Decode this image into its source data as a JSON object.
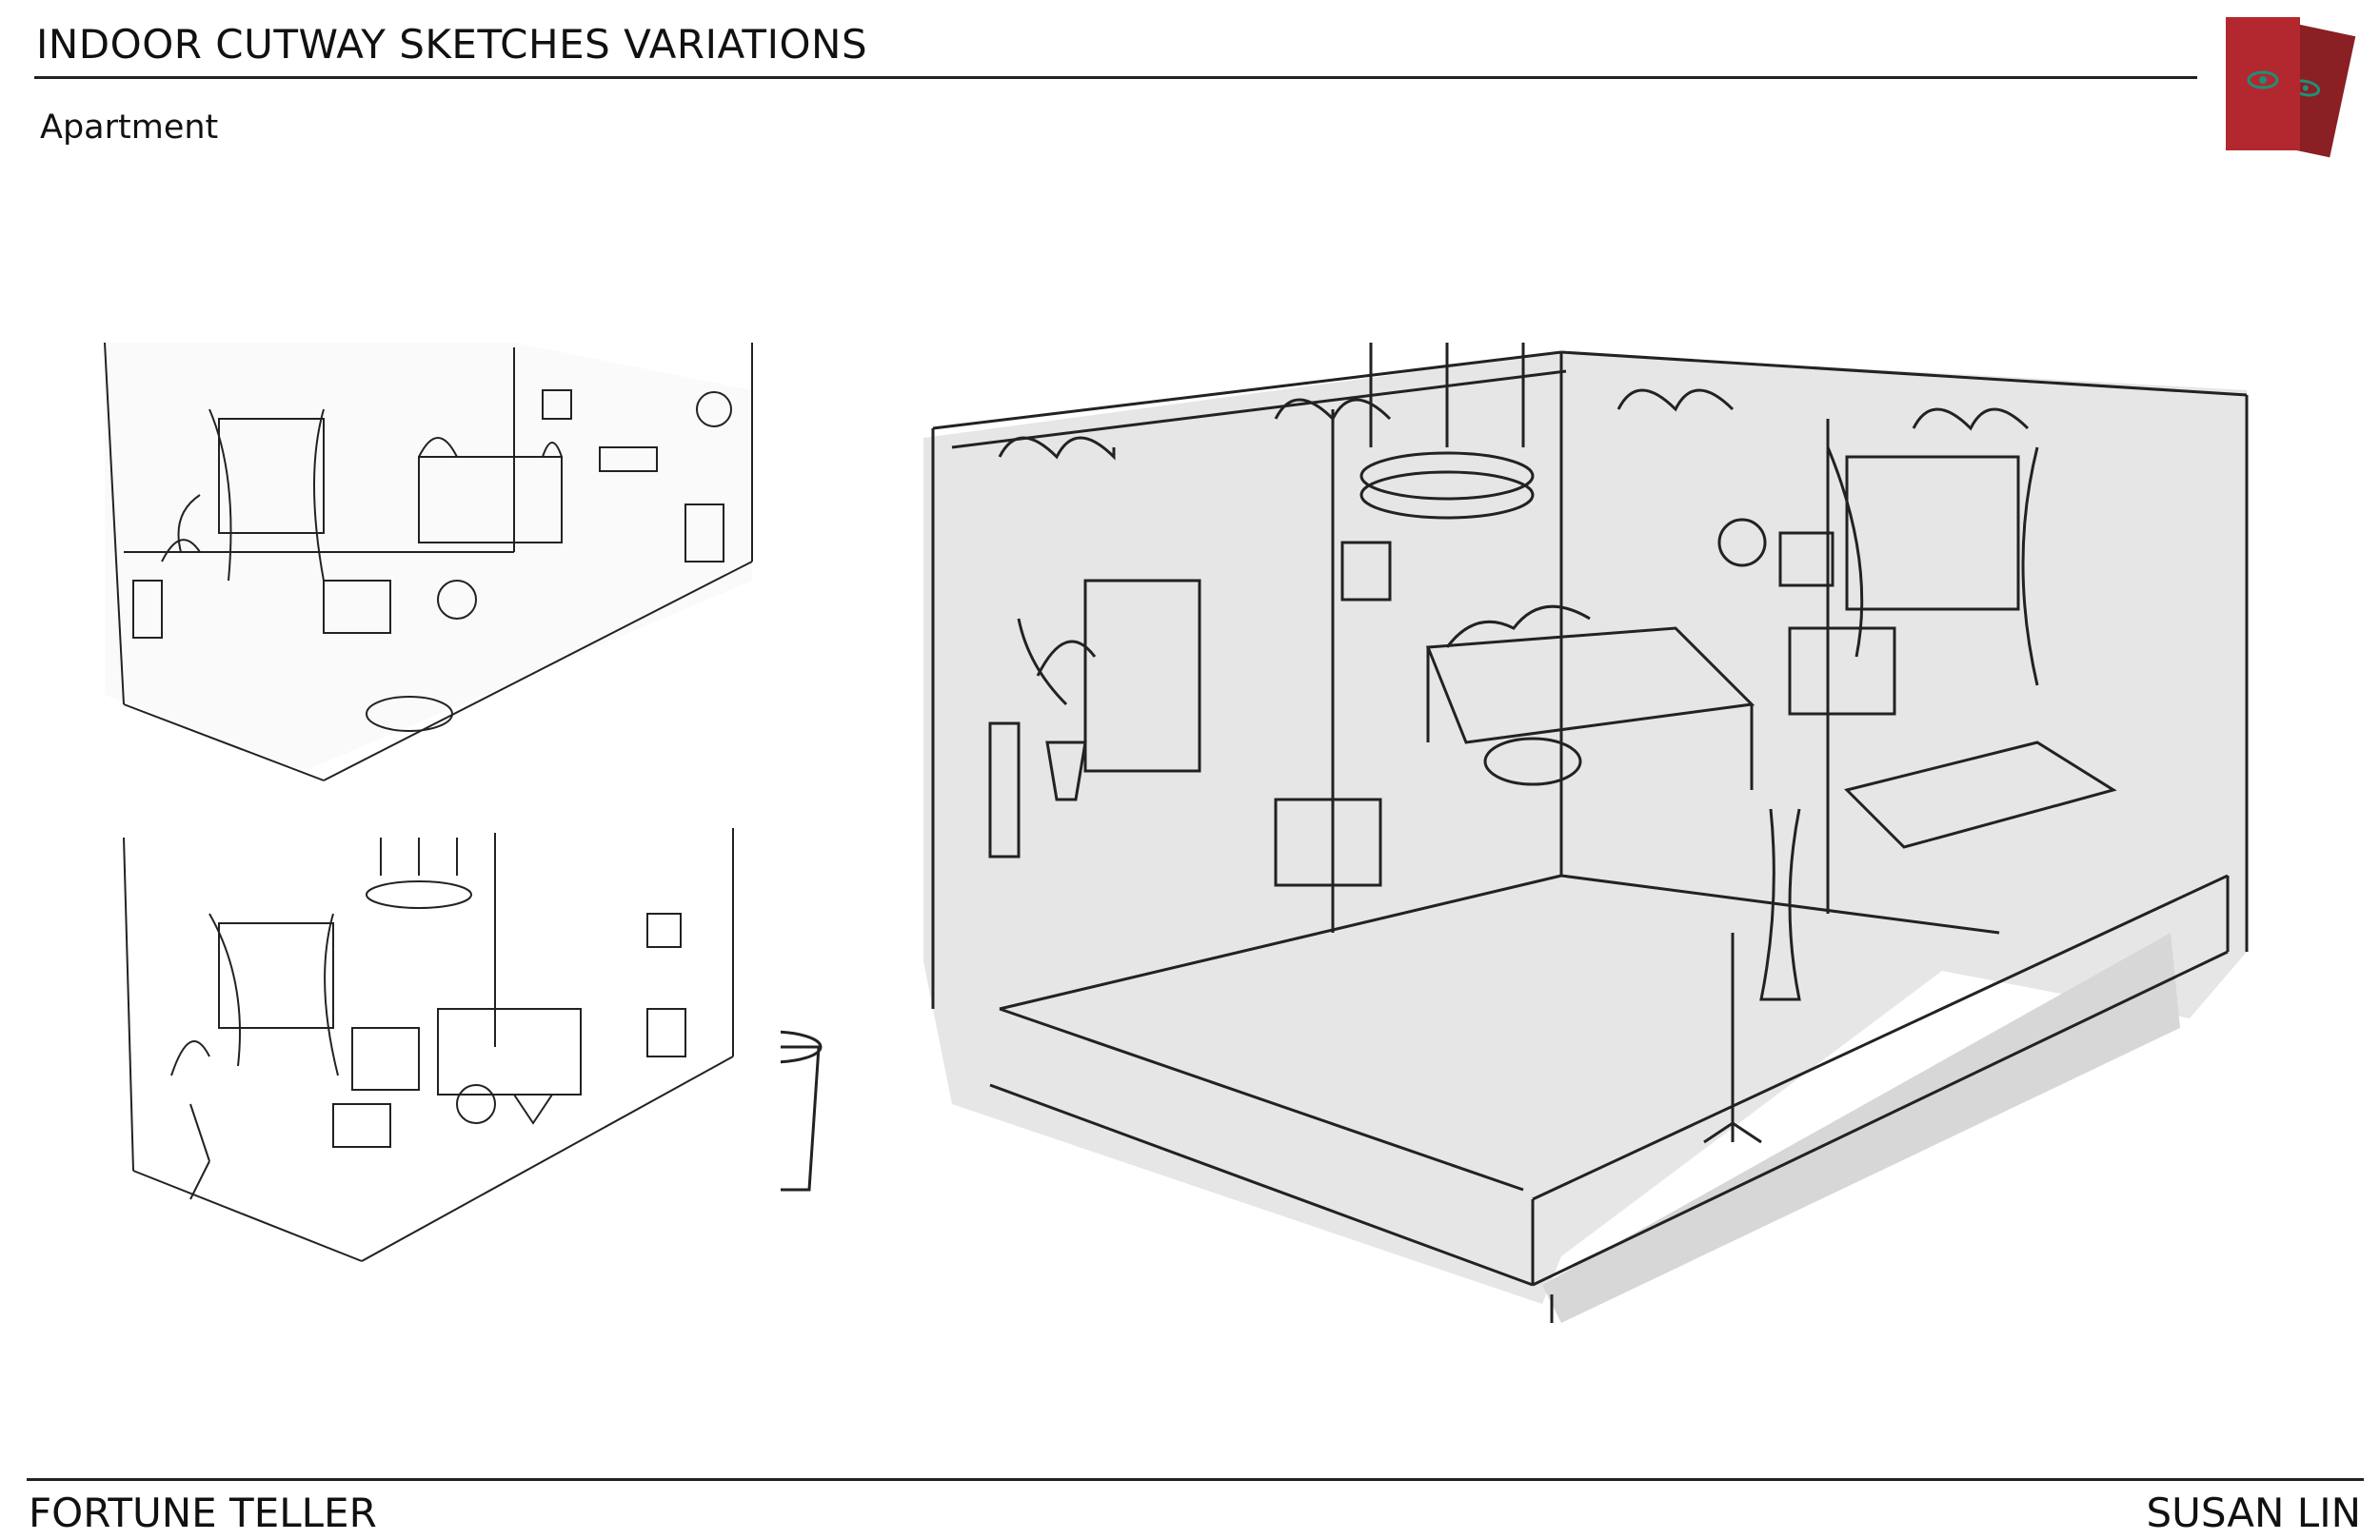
{
  "header": {
    "title": "INDOOR CUTWAY SKETCHES VARIATIONS",
    "subtitle": "Apartment"
  },
  "footer": {
    "left": "FORTUNE TELLER",
    "right": "SUSAN LIN"
  },
  "logo": {
    "icon": "eye-card-icon",
    "colors": {
      "card_front": "#b3282e",
      "card_back": "#8a1f24",
      "eye": "#1f8f7a"
    }
  },
  "colors": {
    "sketch_fill": "#e6e6e6",
    "stroke": "#222222",
    "shadow": "#d7d7d7"
  }
}
